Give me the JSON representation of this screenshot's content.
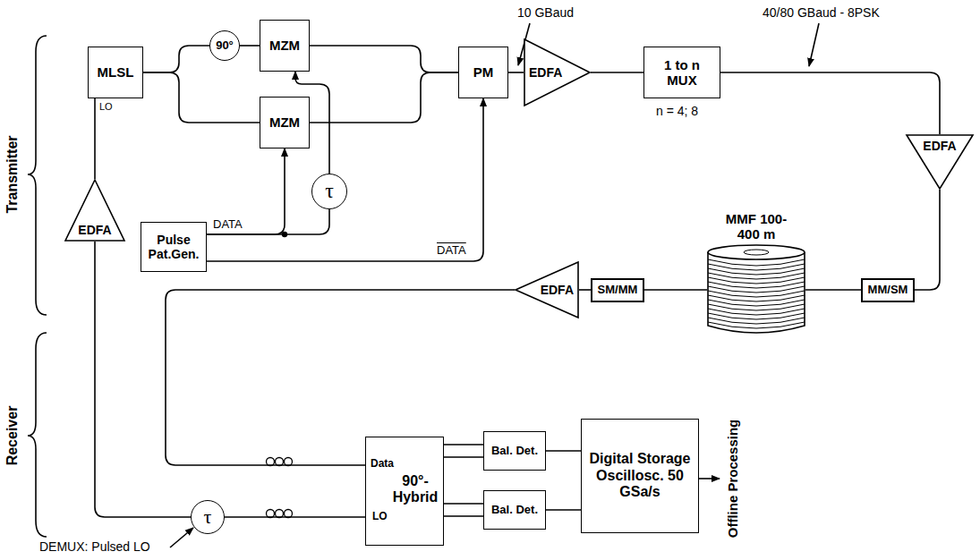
{
  "diagram": {
    "nodes": [
      {
        "text": [
          "MLSL"
        ]
      },
      {
        "text": [
          "90°"
        ]
      },
      {
        "text": [
          "MZM"
        ]
      },
      {
        "text": [
          "MZM"
        ]
      },
      {
        "text": [
          "τ"
        ]
      },
      {
        "text": [
          "Pulse Pat.Gen."
        ]
      },
      {
        "text": [
          "PM"
        ]
      },
      {
        "text": [
          "EDFA"
        ]
      },
      {
        "text": [
          "1 to n MUX"
        ]
      },
      {
        "text": [
          "EDFA"
        ]
      },
      {
        "text": [
          "MM/SM"
        ]
      },
      {
        "text": [
          "MMF 100-400 m"
        ]
      },
      {
        "text": [
          "SM/MM"
        ]
      },
      {
        "text": [
          "EDFA"
        ]
      },
      {
        "text": [
          "EDFA"
        ]
      },
      {
        "text": [
          "τ"
        ]
      },
      {
        "text": [
          "Data",
          "90°- Hybrid",
          "LO"
        ]
      },
      {
        "text": [
          "Bal. Det."
        ]
      },
      {
        "text": [
          "Bal. Det."
        ]
      },
      {
        "text": [
          "Digital Storage Oscillosc. 50 GSa/s"
        ]
      }
    ],
    "edges": [
      {
        "from": 0,
        "to": 1,
        "arrow": "none"
      },
      {
        "from": 1,
        "to": 2,
        "arrow": "none"
      },
      {
        "from": 0,
        "to": 3,
        "arrow": "none"
      },
      {
        "from": 2,
        "to": 6,
        "arrow": "none"
      },
      {
        "from": 3,
        "to": 6,
        "arrow": "none"
      },
      {
        "from": 6,
        "to": 7,
        "arrow": "none"
      },
      {
        "from": 7,
        "to": 8,
        "arrow": "none"
      },
      {
        "from": 8,
        "to": 9,
        "arrow": "none"
      },
      {
        "from": 9,
        "to": 10,
        "arrow": "none"
      },
      {
        "from": 10,
        "to": 11,
        "arrow": "none"
      },
      {
        "from": 11,
        "to": 12,
        "arrow": "none"
      },
      {
        "from": 12,
        "to": 13,
        "arrow": "none"
      },
      {
        "from": 13,
        "to": 16,
        "arrow": "none"
      },
      {
        "from": 0,
        "to": 14,
        "arrow": "none"
      },
      {
        "from": 14,
        "to": 15,
        "arrow": "none"
      },
      {
        "from": 15,
        "to": 16,
        "arrow": "none"
      },
      {
        "from": 5,
        "to": 3,
        "arrow": "to"
      },
      {
        "from": 5,
        "to": 4,
        "arrow": "none"
      },
      {
        "from": 4,
        "to": 2,
        "arrow": "to"
      },
      {
        "from": 5,
        "to": 6,
        "arrow": "to"
      },
      {
        "from": 16,
        "to": 17,
        "arrow": "none"
      },
      {
        "from": 16,
        "to": 18,
        "arrow": "none"
      },
      {
        "from": 17,
        "to": 19,
        "arrow": "none"
      },
      {
        "from": 18,
        "to": 19,
        "arrow": "none"
      }
    ],
    "labels": [
      "Transmitter",
      "Receiver",
      "LO",
      "DATA",
      "DATA",
      "10 GBaud",
      "n = 4; 8",
      "40/80 GBaud - 8PSK",
      "DEMUX: Pulsed LO",
      "Offline Processing"
    ]
  }
}
